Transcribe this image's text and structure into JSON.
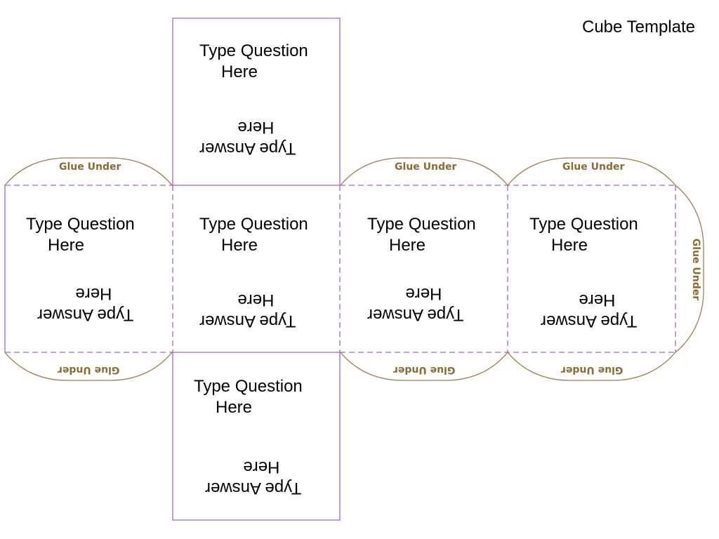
{
  "title": "Cube Template",
  "faces": [
    {
      "question": [
        "Type Question",
        "Here"
      ],
      "answer": [
        "Type Answer",
        "Here"
      ]
    },
    {
      "question": [
        "Type Question",
        "Here"
      ],
      "answer": [
        "Type Answer",
        "Here"
      ]
    },
    {
      "question": [
        "Type Question",
        "Here"
      ],
      "answer": [
        "Type Answer",
        "Here"
      ]
    },
    {
      "question": [
        "Type Question",
        "Here"
      ],
      "answer": [
        "Type Answer",
        "Here"
      ]
    },
    {
      "question": [
        "Type Question",
        "Here"
      ],
      "answer": [
        "Type Answer",
        "Here"
      ]
    },
    {
      "question": [
        "Type Question",
        "Here"
      ],
      "answer": [
        "Type Answer",
        "Here"
      ]
    }
  ],
  "glue_label": "Glue Under",
  "colors": {
    "face_border": "#a169b8",
    "tab_border": "#a07d48",
    "glue_text": "#8b6b34"
  }
}
